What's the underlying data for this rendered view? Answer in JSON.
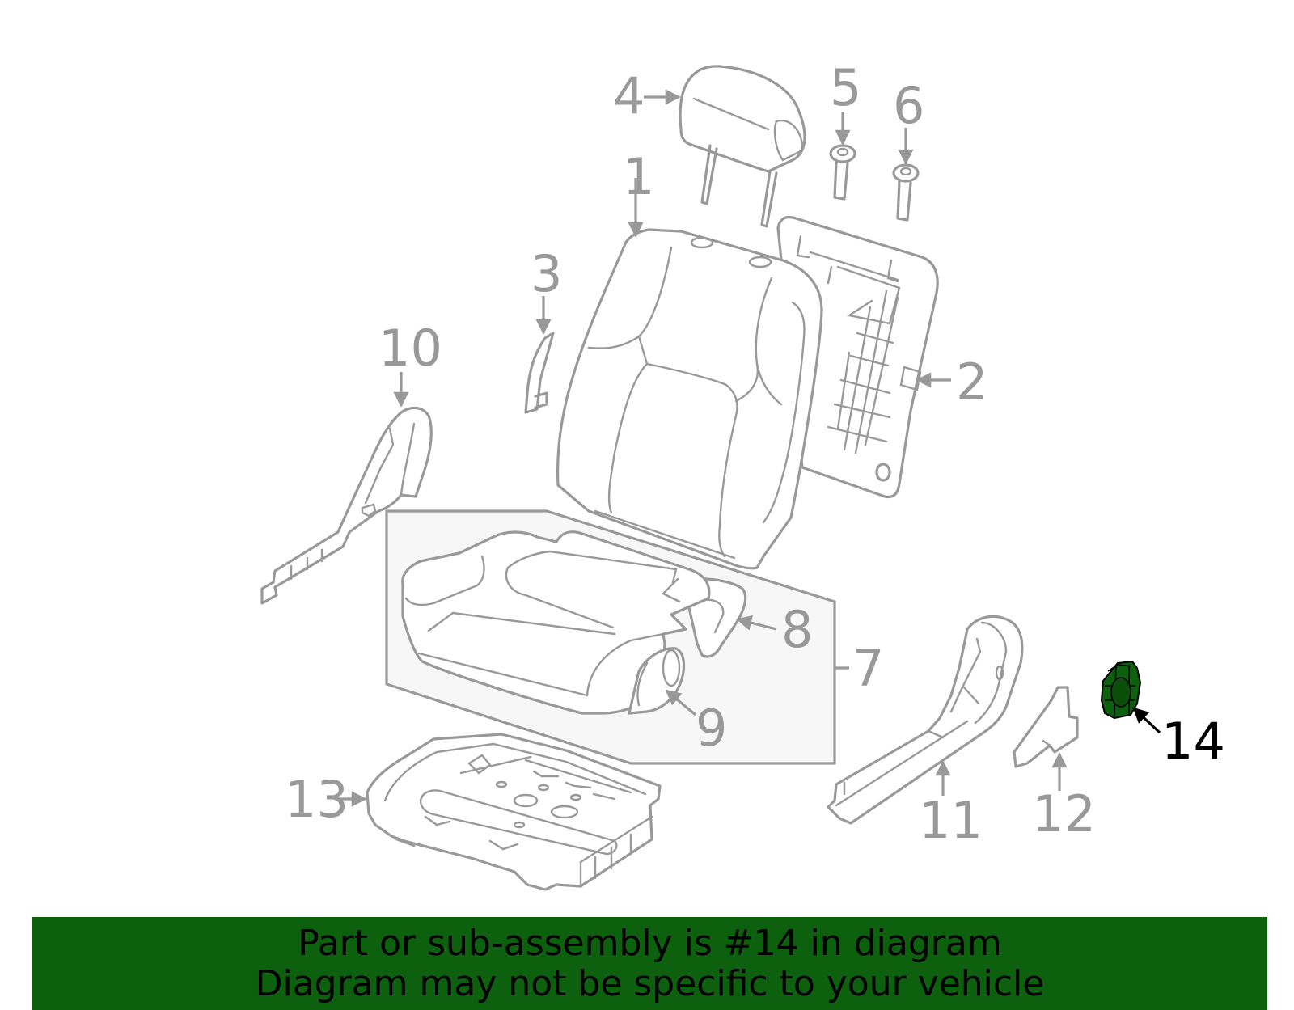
{
  "diagram": {
    "callouts": [
      "1",
      "2",
      "3",
      "4",
      "5",
      "6",
      "7",
      "8",
      "9",
      "10",
      "11",
      "12",
      "13",
      "14"
    ],
    "highlighted_part": "14"
  },
  "colors": {
    "line": "#999999",
    "highlight_part": "#0d600d",
    "banner_bg": "#0d600d",
    "assembly_box": "#f7f7f7"
  },
  "banner": {
    "line1": "Part or sub-assembly is #14 in diagram",
    "line2": "Diagram may not be specific to your vehicle"
  }
}
